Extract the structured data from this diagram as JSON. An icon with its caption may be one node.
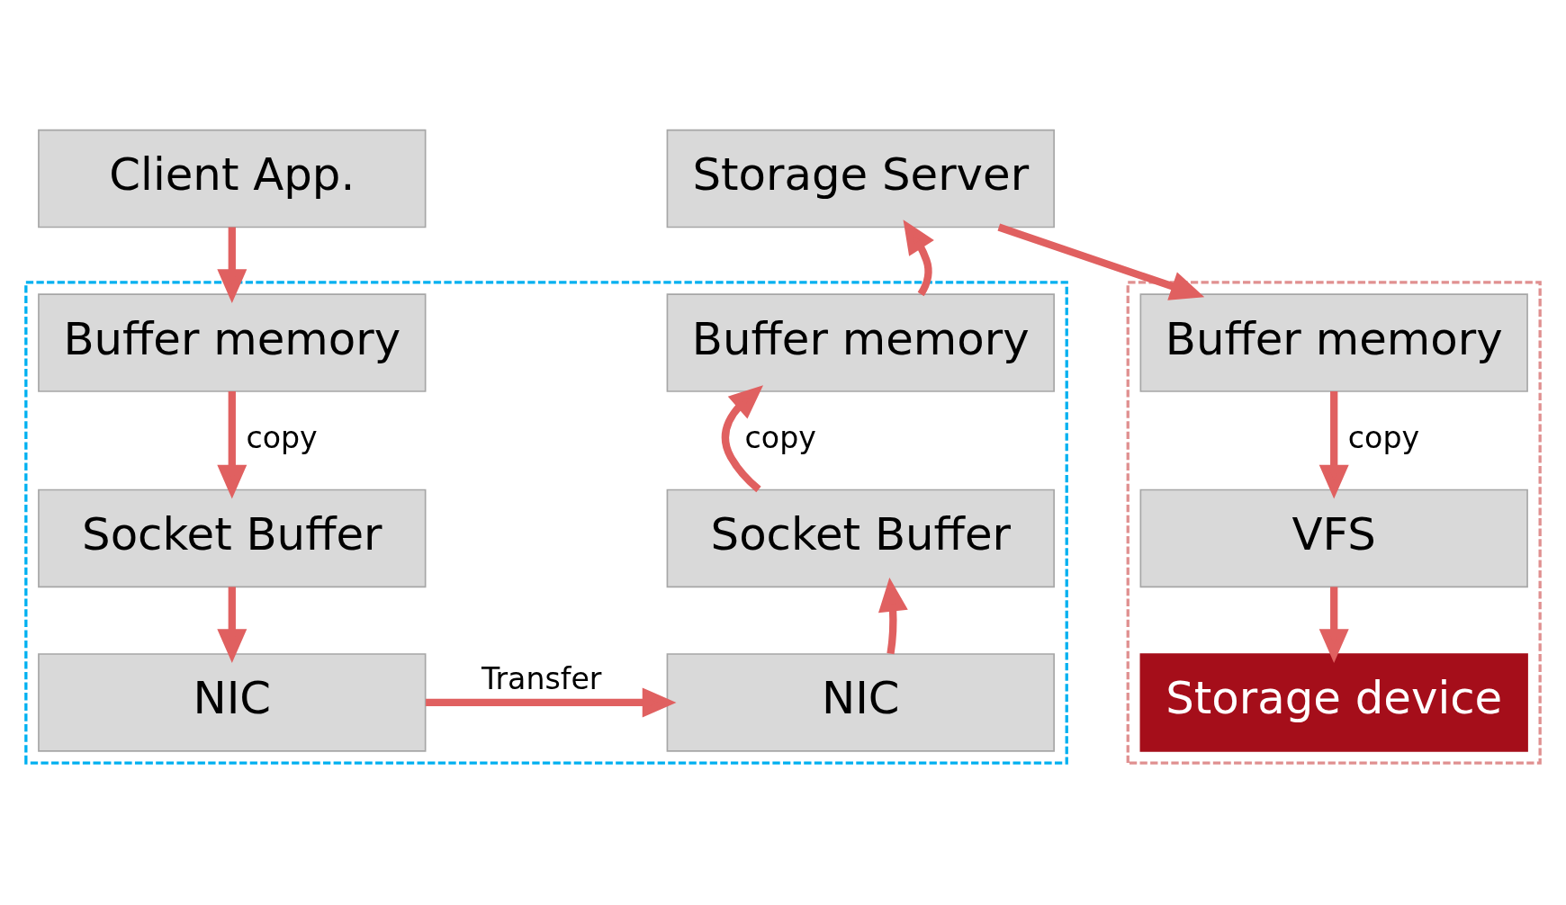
{
  "diagram": {
    "nodes": [
      {
        "text": [
          "Client App."
        ]
      },
      {
        "text": [
          "Storage Server"
        ]
      },
      {
        "text": [],
        "shape": "box"
      },
      {
        "text": [
          "Buffer memory"
        ],
        "in": 2
      },
      {
        "text": [
          "Socket Buffer"
        ],
        "in": 2
      },
      {
        "text": [
          "NIC"
        ],
        "in": 2
      },
      {
        "text": [
          "Buffer memory"
        ],
        "in": 2
      },
      {
        "text": [
          "Socket Buffer"
        ],
        "in": 2
      },
      {
        "text": [
          "NIC"
        ],
        "in": 2
      },
      {
        "text": [],
        "shape": "box"
      },
      {
        "text": [
          "Buffer memory"
        ],
        "in": 9
      },
      {
        "text": [
          "VFS"
        ],
        "in": 9
      },
      {
        "text": [
          "Storage device"
        ],
        "in": 9
      }
    ],
    "edges": [
      {
        "from": 0,
        "to": 3,
        "arrow": "to"
      },
      {
        "from": 3,
        "to": 4,
        "label": "copy",
        "arrow": "to"
      },
      {
        "from": 4,
        "to": 5,
        "arrow": "to"
      },
      {
        "from": 5,
        "to": 8,
        "label": "Transfer",
        "arrow": "to"
      },
      {
        "from": 8,
        "to": 7,
        "arrow": "to"
      },
      {
        "from": 7,
        "to": 6,
        "label": "copy",
        "arrow": "to"
      },
      {
        "from": 6,
        "to": 1,
        "arrow": "to"
      },
      {
        "from": 1,
        "to": 10,
        "arrow": "to"
      },
      {
        "from": 10,
        "to": 11,
        "label": "copy",
        "arrow": "to"
      },
      {
        "from": 11,
        "to": 12,
        "arrow": "to"
      }
    ]
  }
}
